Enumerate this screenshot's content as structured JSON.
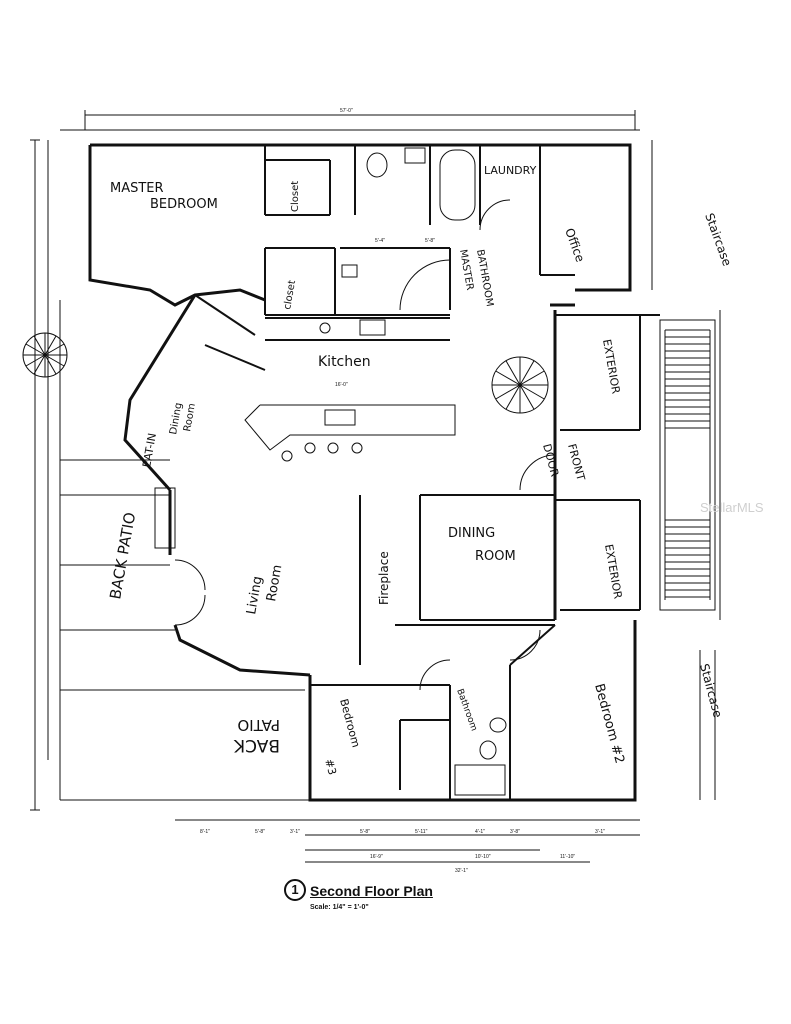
{
  "plan": {
    "drawing_number": "1",
    "title": "Second Floor Plan",
    "scale": "Scale: 1/4\" = 1'-0\"",
    "overall_width": "57'-0\"",
    "watermark": "StellarMLS"
  },
  "rooms": {
    "master_bedroom": [
      "MASTER",
      "BEDROOM"
    ],
    "closet_top": "Closet",
    "closet_left": "closet",
    "laundry": "LAUNDRY",
    "office": "Office",
    "master_bathroom": [
      "MASTER",
      "BATHROOM"
    ],
    "staircase_top": "Staircase",
    "kitchen": "Kitchen",
    "eat_in": "EAT-IN",
    "dining_room_small": [
      "Dining",
      "Room"
    ],
    "exterior_top": "EXTERIOR",
    "front_door": [
      "FRONT",
      "DOOR"
    ],
    "back_patio_left": "BACK PATIO",
    "living_room": [
      "Living",
      "Room"
    ],
    "fireplace": "Fireplace",
    "dining_room": [
      "DINING",
      "ROOM"
    ],
    "exterior_bottom": "EXTERIOR",
    "staircase_bottom": "Staircase",
    "back_patio_bottom": [
      "PATIO",
      "BACK"
    ],
    "bedroom_3": [
      "Bedroom",
      "#3"
    ],
    "bathroom": "Bathroom",
    "bedroom_2": "Bedroom #2"
  }
}
